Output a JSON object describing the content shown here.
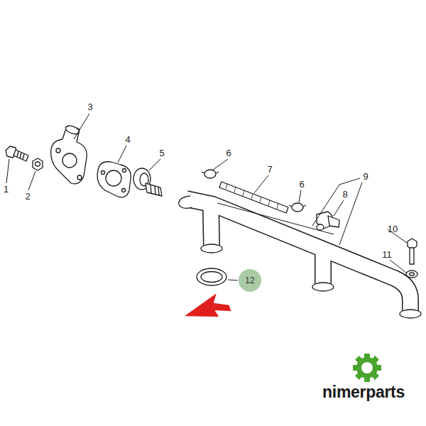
{
  "diagram": {
    "nodes": [
      {
        "text": [
          "12"
        ]
      }
    ],
    "labels": [
      "1",
      "2",
      "3",
      "4",
      "5",
      "6",
      "7",
      "6",
      "8",
      "9",
      "10",
      "11",
      "nimerparts"
    ]
  }
}
